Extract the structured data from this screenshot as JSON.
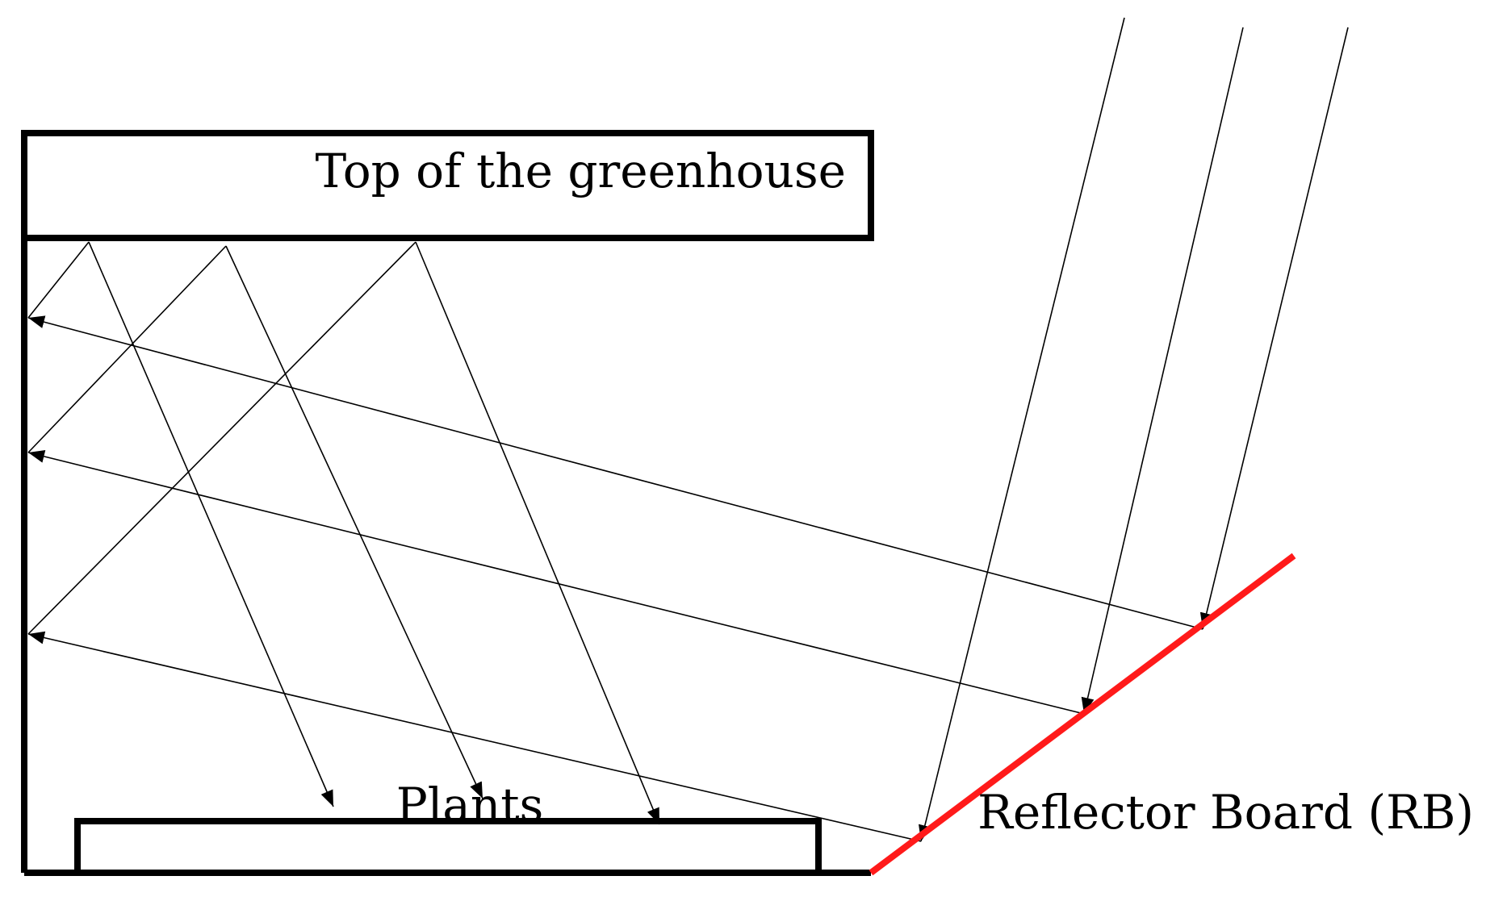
{
  "labels": {
    "top": "Top of the greenhouse",
    "plants": "Plants",
    "reflector": "Reflector Board (RB)"
  },
  "colors": {
    "structure": "#000000",
    "reflector": "#ff1a1a",
    "background": "#ffffff"
  }
}
